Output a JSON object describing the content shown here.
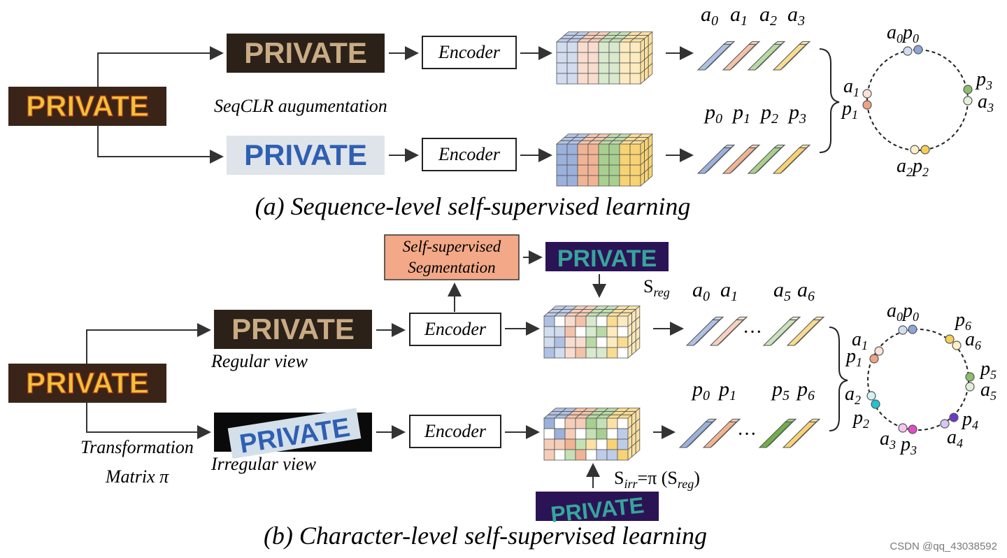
{
  "word": "PRIVATE",
  "encoder_label": "Encoder",
  "panel_a": {
    "caption": "(a) Sequence-level self-supervised learning",
    "augmentation_label": "SeqCLR augumentation",
    "top_symbols": [
      "a",
      "a",
      "a",
      "a"
    ],
    "top_subs": [
      "0",
      "1",
      "2",
      "3"
    ],
    "bottom_symbols": [
      "p",
      "p",
      "p",
      "p"
    ],
    "bottom_subs": [
      "0",
      "1",
      "2",
      "3"
    ],
    "ring_labels": {
      "top_a": "a",
      "top_a_sub": "0",
      "top_p": "p",
      "top_p_sub": "0",
      "left_a": "a",
      "left_a_sub": "1",
      "left_p": "p",
      "left_p_sub": "1",
      "right_p": "p",
      "right_p_sub": "3",
      "right_a": "a",
      "right_a_sub": "3",
      "bottom_a": "a",
      "bottom_a_sub": "2",
      "bottom_p": "p",
      "bottom_p_sub": "2"
    }
  },
  "panel_b": {
    "caption": "(b) Character-level self-supervised learning",
    "segmentation_label_line1": "Self-supervised",
    "segmentation_label_line2": "Segmentation",
    "regular_view_label": "Regular view",
    "irregular_view_label": "Irregular view",
    "transformation_line1": "Transformation",
    "transformation_line2": "Matrix π",
    "s_reg": "S",
    "s_reg_sub": "reg",
    "s_irr_formula_prefix": "S",
    "s_irr_sub": "irr",
    "s_irr_formula_mid": "=π (S",
    "s_irr_formula_sub": "reg",
    "s_irr_formula_end": ")",
    "top_labels": [
      "a",
      "a",
      "a",
      "a"
    ],
    "top_subs": [
      "0",
      "1",
      "5",
      "6"
    ],
    "bottom_labels": [
      "p",
      "p",
      "p",
      "p"
    ],
    "bottom_subs": [
      "0",
      "1",
      "5",
      "6"
    ],
    "ellipsis": "···",
    "ring_labels": {
      "a0": "a",
      "a0s": "0",
      "p0": "p",
      "p0s": "0",
      "p6": "p",
      "p6s": "6",
      "a6": "a",
      "a6s": "6",
      "a1": "a",
      "a1s": "1",
      "p1": "p",
      "p1s": "1",
      "p5": "p",
      "p5s": "5",
      "a5": "a",
      "a5s": "5",
      "a2": "a",
      "a2s": "2",
      "p2": "p",
      "p2s": "2",
      "p4": "p",
      "p4s": "4",
      "a4": "a",
      "a4s": "4",
      "a3": "a",
      "a3s": "3",
      "p3": "p",
      "p3s": "3"
    }
  },
  "watermark": "CSDN @qq_43038592",
  "colors": {
    "blue": "#9bb1dc",
    "orange": "#f0b494",
    "green": "#a8cf8f",
    "yellow": "#f8d374",
    "seg_box": "#f3a887",
    "word_gold": "#f0c23a",
    "word_dark": "#3a2418",
    "word_blue": "#2f5fb3",
    "seg_bg": "#2b1456"
  }
}
